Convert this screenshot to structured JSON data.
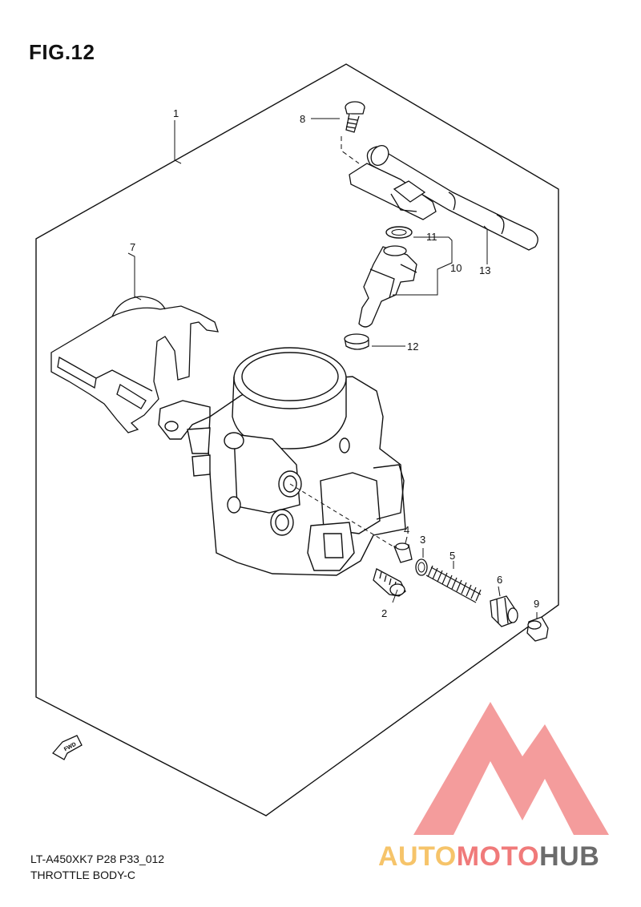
{
  "figure": {
    "title": "FIG.12",
    "code": "LT-A450XK7 P28 P33_012",
    "name": "THROTTLE BODY-C"
  },
  "callouts": [
    {
      "id": "c1",
      "label": "1"
    },
    {
      "id": "c2",
      "label": "2"
    },
    {
      "id": "c3",
      "label": "3"
    },
    {
      "id": "c4",
      "label": "4"
    },
    {
      "id": "c5",
      "label": "5"
    },
    {
      "id": "c6",
      "label": "6"
    },
    {
      "id": "c7",
      "label": "7"
    },
    {
      "id": "c8",
      "label": "8"
    },
    {
      "id": "c9",
      "label": "9"
    },
    {
      "id": "c10",
      "label": "10"
    },
    {
      "id": "c11",
      "label": "11"
    },
    {
      "id": "c12",
      "label": "12"
    },
    {
      "id": "c13",
      "label": "13"
    }
  ],
  "fwd_marker": {
    "label": "FWD",
    "icon": "fwd-arrow-icon"
  },
  "watermark": {
    "part1": "AUTO",
    "part2": "MOTO",
    "part3": "HUB",
    "colors": {
      "part1": "#f6c46a",
      "part2": "#f07a7a",
      "part3": "#6b6b6b",
      "logo": "#f28b8b"
    }
  }
}
